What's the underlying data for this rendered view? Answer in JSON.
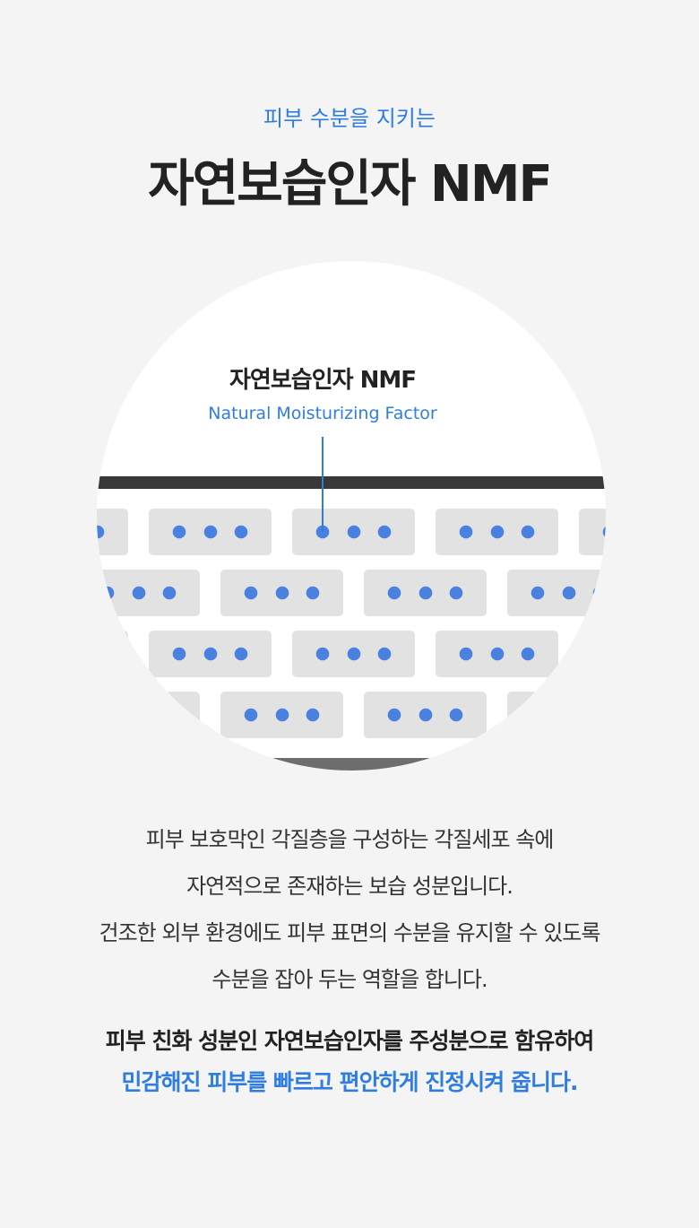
{
  "header": {
    "subtitle": "피부 수분을 지키는",
    "title": "자연보습인자 NMF"
  },
  "illustration": {
    "label_title": "자연보습인자 NMF",
    "label_subtitle": "Natural Moisturizing Factor",
    "colors": {
      "accent": "#2f7de1",
      "dot": "#4a80e0",
      "brick": "#e2e2e2",
      "top_bar": "#383838",
      "bottom_bar": "#6d6d6d"
    }
  },
  "description": {
    "lines": [
      "피부 보호막인 각질층을 구성하는 각질세포 속에",
      "자연적으로 존재하는 보습 성분입니다.",
      "건조한 외부 환경에도 피부 표면의 수분을 유지할 수 있도록",
      "수분을 잡아 두는 역할을 합니다."
    ]
  },
  "highlight": {
    "line1": "피부 친화 성분인 자연보습인자를 주성분으로 함유하여",
    "line2": "민감해진 피부를 빠르고 편안하게 진정시켜 줍니다."
  }
}
